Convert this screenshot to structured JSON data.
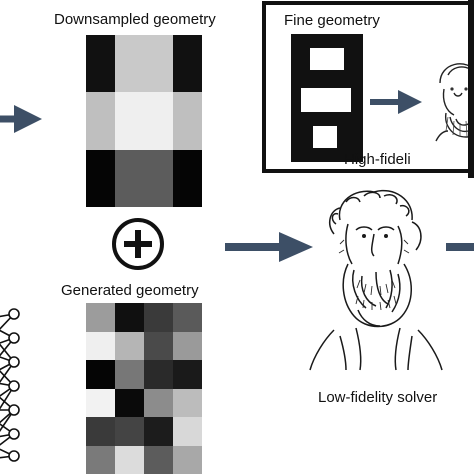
{
  "labels": {
    "downsampled": "Downsampled geometry",
    "fine": "Fine geometry",
    "high_fidelity": "High-fideli",
    "generated": "Generated geometry",
    "low_fidelity": "Low-fidelity solver"
  },
  "colors": {
    "arrow": "#3d4f66",
    "ink": "#111111"
  },
  "downsampled_grid": {
    "cols": 4,
    "rows": 3,
    "cells": [
      "#111111",
      "#c9c9c9",
      "#c9c9c9",
      "#111111",
      "#bfbfbf",
      "#efefef",
      "#efefef",
      "#bfbfbf",
      "#050505",
      "#5c5c5c",
      "#5c5c5c",
      "#050505"
    ]
  },
  "generated_grid": {
    "cols": 4,
    "rows": 6,
    "cells": [
      "#9c9c9c",
      "#101010",
      "#3a3a3a",
      "#5a5a5a",
      "#efefef",
      "#b5b5b5",
      "#4a4a4a",
      "#9a9a9a",
      "#050505",
      "#777777",
      "#2a2a2a",
      "#1a1a1a",
      "#f2f2f2",
      "#0a0a0a",
      "#8c8c8c",
      "#bcbcbc",
      "#3a3a3a",
      "#444444",
      "#1c1c1c",
      "#d8d8d8",
      "#7a7a7a",
      "#dcdcdc",
      "#5c5c5c",
      "#a8a8a8"
    ]
  },
  "icons": {
    "plus": "circled-plus-icon",
    "arrow": "right-arrow-icon",
    "network": "neural-network-icon",
    "portrait": "bearded-scientist-portrait"
  }
}
